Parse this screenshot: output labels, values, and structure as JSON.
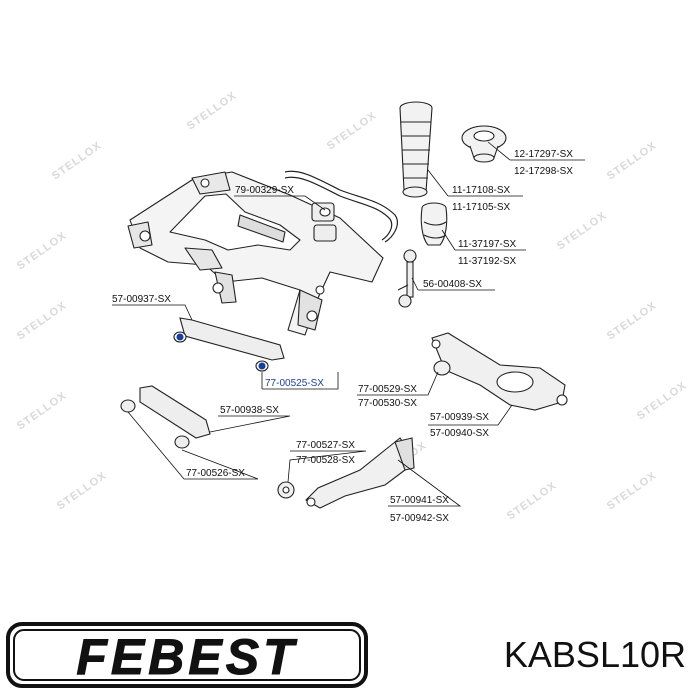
{
  "watermark": "STELLOX",
  "callouts": {
    "c1": "79-00329-SX",
    "c2a": "12-17297-SX",
    "c2b": "12-17298-SX",
    "c3a": "11-17108-SX",
    "c3b": "11-17105-SX",
    "c4a": "11-37197-SX",
    "c4b": "11-37192-SX",
    "c5": "56-00408-SX",
    "c6": "57-00937-SX",
    "c7": "77-00525-SX",
    "c8a": "77-00529-SX",
    "c8b": "77-00530-SX",
    "c9a": "57-00939-SX",
    "c9b": "57-00940-SX",
    "c10": "57-00938-SX",
    "c11a": "77-00527-SX",
    "c11b": "77-00528-SX",
    "c12": "77-00526-SX",
    "c13a": "57-00941-SX",
    "c13b": "57-00942-SX"
  },
  "brand": {
    "logo_text": "FEBEST",
    "part_code": "KABSL10R"
  },
  "colors": {
    "line": "#111111",
    "highlight": "#1a3f9c",
    "watermark": "#d9d9d9"
  }
}
